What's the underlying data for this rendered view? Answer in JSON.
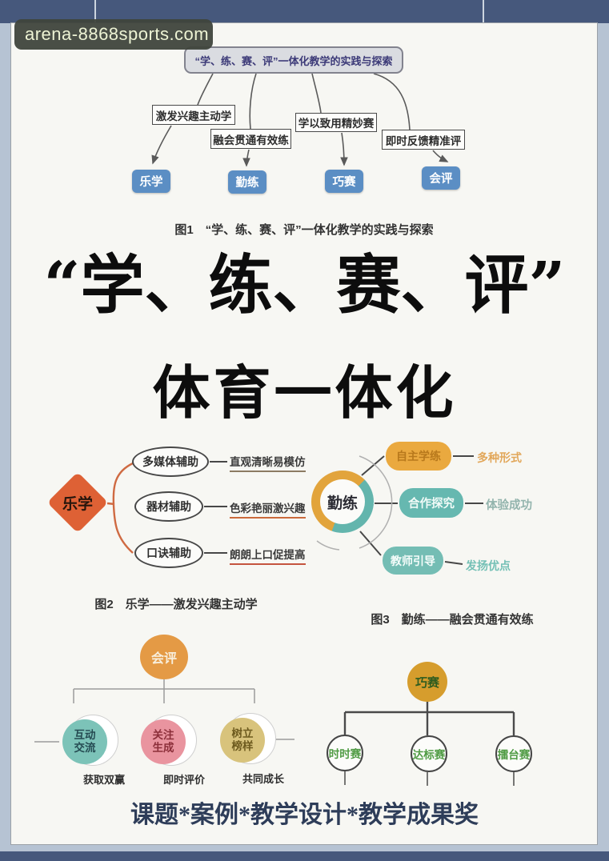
{
  "watermark": "arena-8868sports.com",
  "fig1": {
    "title": "“学、练、赛、评”一体化教学的实践与探索",
    "labels": [
      "激发兴趣主动学",
      "融会贯通有效练",
      "学以致用精妙赛",
      "即时反馈精准评"
    ],
    "nodes": [
      "乐学",
      "勤练",
      "巧赛",
      "会评"
    ],
    "caption": "图1　“学、练、赛、评”一体化教学的实践与探索"
  },
  "headline": {
    "line1": "“学、练、赛、评”",
    "line2": "体育一体化"
  },
  "fig2": {
    "root": "乐学",
    "items": [
      {
        "node": "多媒体辅助",
        "note": "直观清晰易模仿"
      },
      {
        "node": "器材辅助",
        "note": "色彩艳丽激兴趣"
      },
      {
        "node": "口诀辅助",
        "note": "朗朗上口促提高"
      }
    ],
    "caption": "图2　乐学——激发兴趣主动学"
  },
  "fig3": {
    "root": "勤练",
    "items": [
      {
        "node": "自主学练",
        "note": "多种形式"
      },
      {
        "node": "合作探究",
        "note": "体验成功"
      },
      {
        "node": "教师引导",
        "note": "发扬优点"
      }
    ],
    "caption": "图3　勤练——融会贯通有效练"
  },
  "fig4": {
    "root": "会评",
    "items": [
      {
        "line1": "互动",
        "line2": "交流",
        "note": "获取双赢"
      },
      {
        "line1": "关注",
        "line2": "生成",
        "note": "即时评价"
      },
      {
        "line1": "树立",
        "line2": "榜样",
        "note": "共同成长"
      }
    ]
  },
  "fig5": {
    "root": "巧赛",
    "items": [
      "时时赛",
      "达标赛",
      "擂台赛"
    ]
  },
  "footer": "课题*案例*教学设计*教学成果奖",
  "colors": {
    "node_blue": "#5b8ec4",
    "diamond_orange": "#de6135",
    "gold": "#e2a43c",
    "teal": "#66b8b0",
    "pink": "#e9949f",
    "khaki": "#d8c37c",
    "band_slate": "#46587c"
  }
}
